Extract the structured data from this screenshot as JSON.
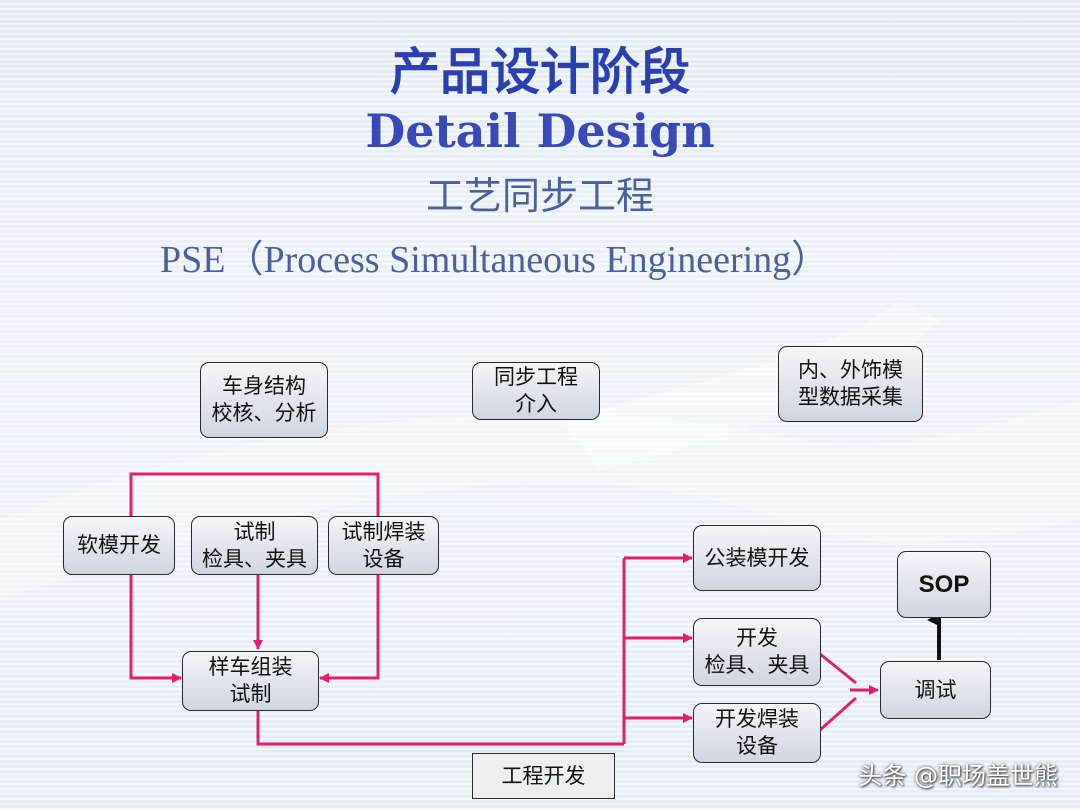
{
  "title_zh": "产品设计阶段",
  "title_en": "Detail Design",
  "subtitle_zh": "工艺同步工程",
  "subtitle_en": "PSE（Process Simultaneous  Engineering）",
  "boxes": {
    "body_structure": "车身结构\n校核、分析",
    "pse_involve": "同步工程\n介入",
    "trim_model": "内、外饰模\n型数据采集",
    "soft_tooling": "软模开发",
    "trial_fixtures": "试制\n检具、夹具",
    "trial_welding": "试制焊装\n设备",
    "prototype_assembly": "样车组装\n试制",
    "engineering_dev": "工程开发",
    "hard_tooling": "公装模开发",
    "dev_fixtures": "开发\n检具、夹具",
    "dev_welding": "开发焊装\n设备",
    "commissioning": "调试",
    "sop": "SOP"
  },
  "colors": {
    "flow_line": "#e0206e",
    "title": "#2b3fb0",
    "subtitle": "#4e5f9a"
  },
  "watermark": "头条 @职场盖世熊"
}
